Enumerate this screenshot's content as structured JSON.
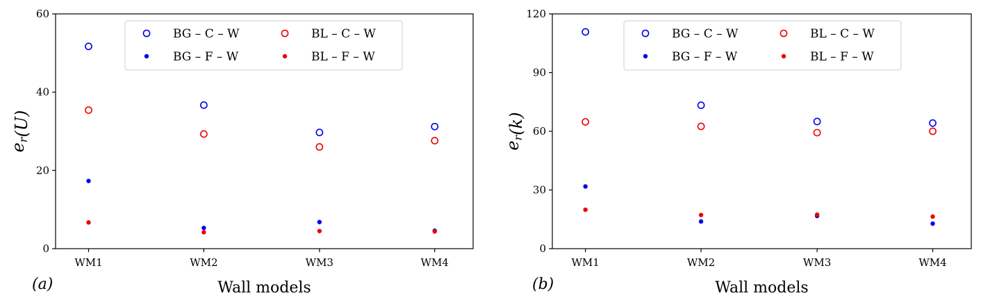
{
  "chart_data": [
    {
      "type": "scatter",
      "panel_label": "(a)",
      "xlabel": "Wall models",
      "ylabel": "e_r(U)",
      "ylabel_main": "e",
      "ylabel_sub": "r",
      "ylabel_arg": "(U)",
      "categories": [
        "WM1",
        "WM2",
        "WM3",
        "WM4"
      ],
      "ylim": [
        0,
        60
      ],
      "yticks": [
        0,
        20,
        40,
        60
      ],
      "legend_position": "top-center",
      "series": [
        {
          "name": "BG – C – W",
          "marker": "open-circle",
          "color": "#0000ee",
          "values": [
            51.7,
            36.7,
            29.7,
            31.2
          ]
        },
        {
          "name": "BL – C – W",
          "marker": "open-circle",
          "color": "#ee0000",
          "values": [
            35.4,
            29.3,
            26.0,
            27.6
          ]
        },
        {
          "name": "BG – F – W",
          "marker": "filled-dot",
          "color": "#0000ee",
          "values": [
            17.3,
            5.3,
            6.8,
            4.6
          ]
        },
        {
          "name": "BL – F – W",
          "marker": "filled-dot",
          "color": "#ee0000",
          "values": [
            6.7,
            4.2,
            4.5,
            4.4
          ]
        }
      ]
    },
    {
      "type": "scatter",
      "panel_label": "(b)",
      "xlabel": "Wall models",
      "ylabel": "e_r(k)",
      "ylabel_main": "e",
      "ylabel_sub": "r",
      "ylabel_arg": "(k)",
      "categories": [
        "WM1",
        "WM2",
        "WM3",
        "WM4"
      ],
      "ylim": [
        0,
        120
      ],
      "yticks": [
        0,
        30,
        60,
        90,
        120
      ],
      "legend_position": "top-center",
      "series": [
        {
          "name": "BG – C – W",
          "marker": "open-circle",
          "color": "#0000ee",
          "values": [
            110.8,
            73.3,
            65.0,
            64.2
          ]
        },
        {
          "name": "BL – C – W",
          "marker": "open-circle",
          "color": "#ee0000",
          "values": [
            64.8,
            62.5,
            59.3,
            60.0
          ]
        },
        {
          "name": "BG – F – W",
          "marker": "filled-dot",
          "color": "#0000ee",
          "values": [
            31.8,
            13.9,
            16.7,
            12.8
          ]
        },
        {
          "name": "BL – F – W",
          "marker": "filled-dot",
          "color": "#ee0000",
          "values": [
            19.9,
            17.2,
            17.4,
            16.4
          ]
        }
      ]
    }
  ]
}
